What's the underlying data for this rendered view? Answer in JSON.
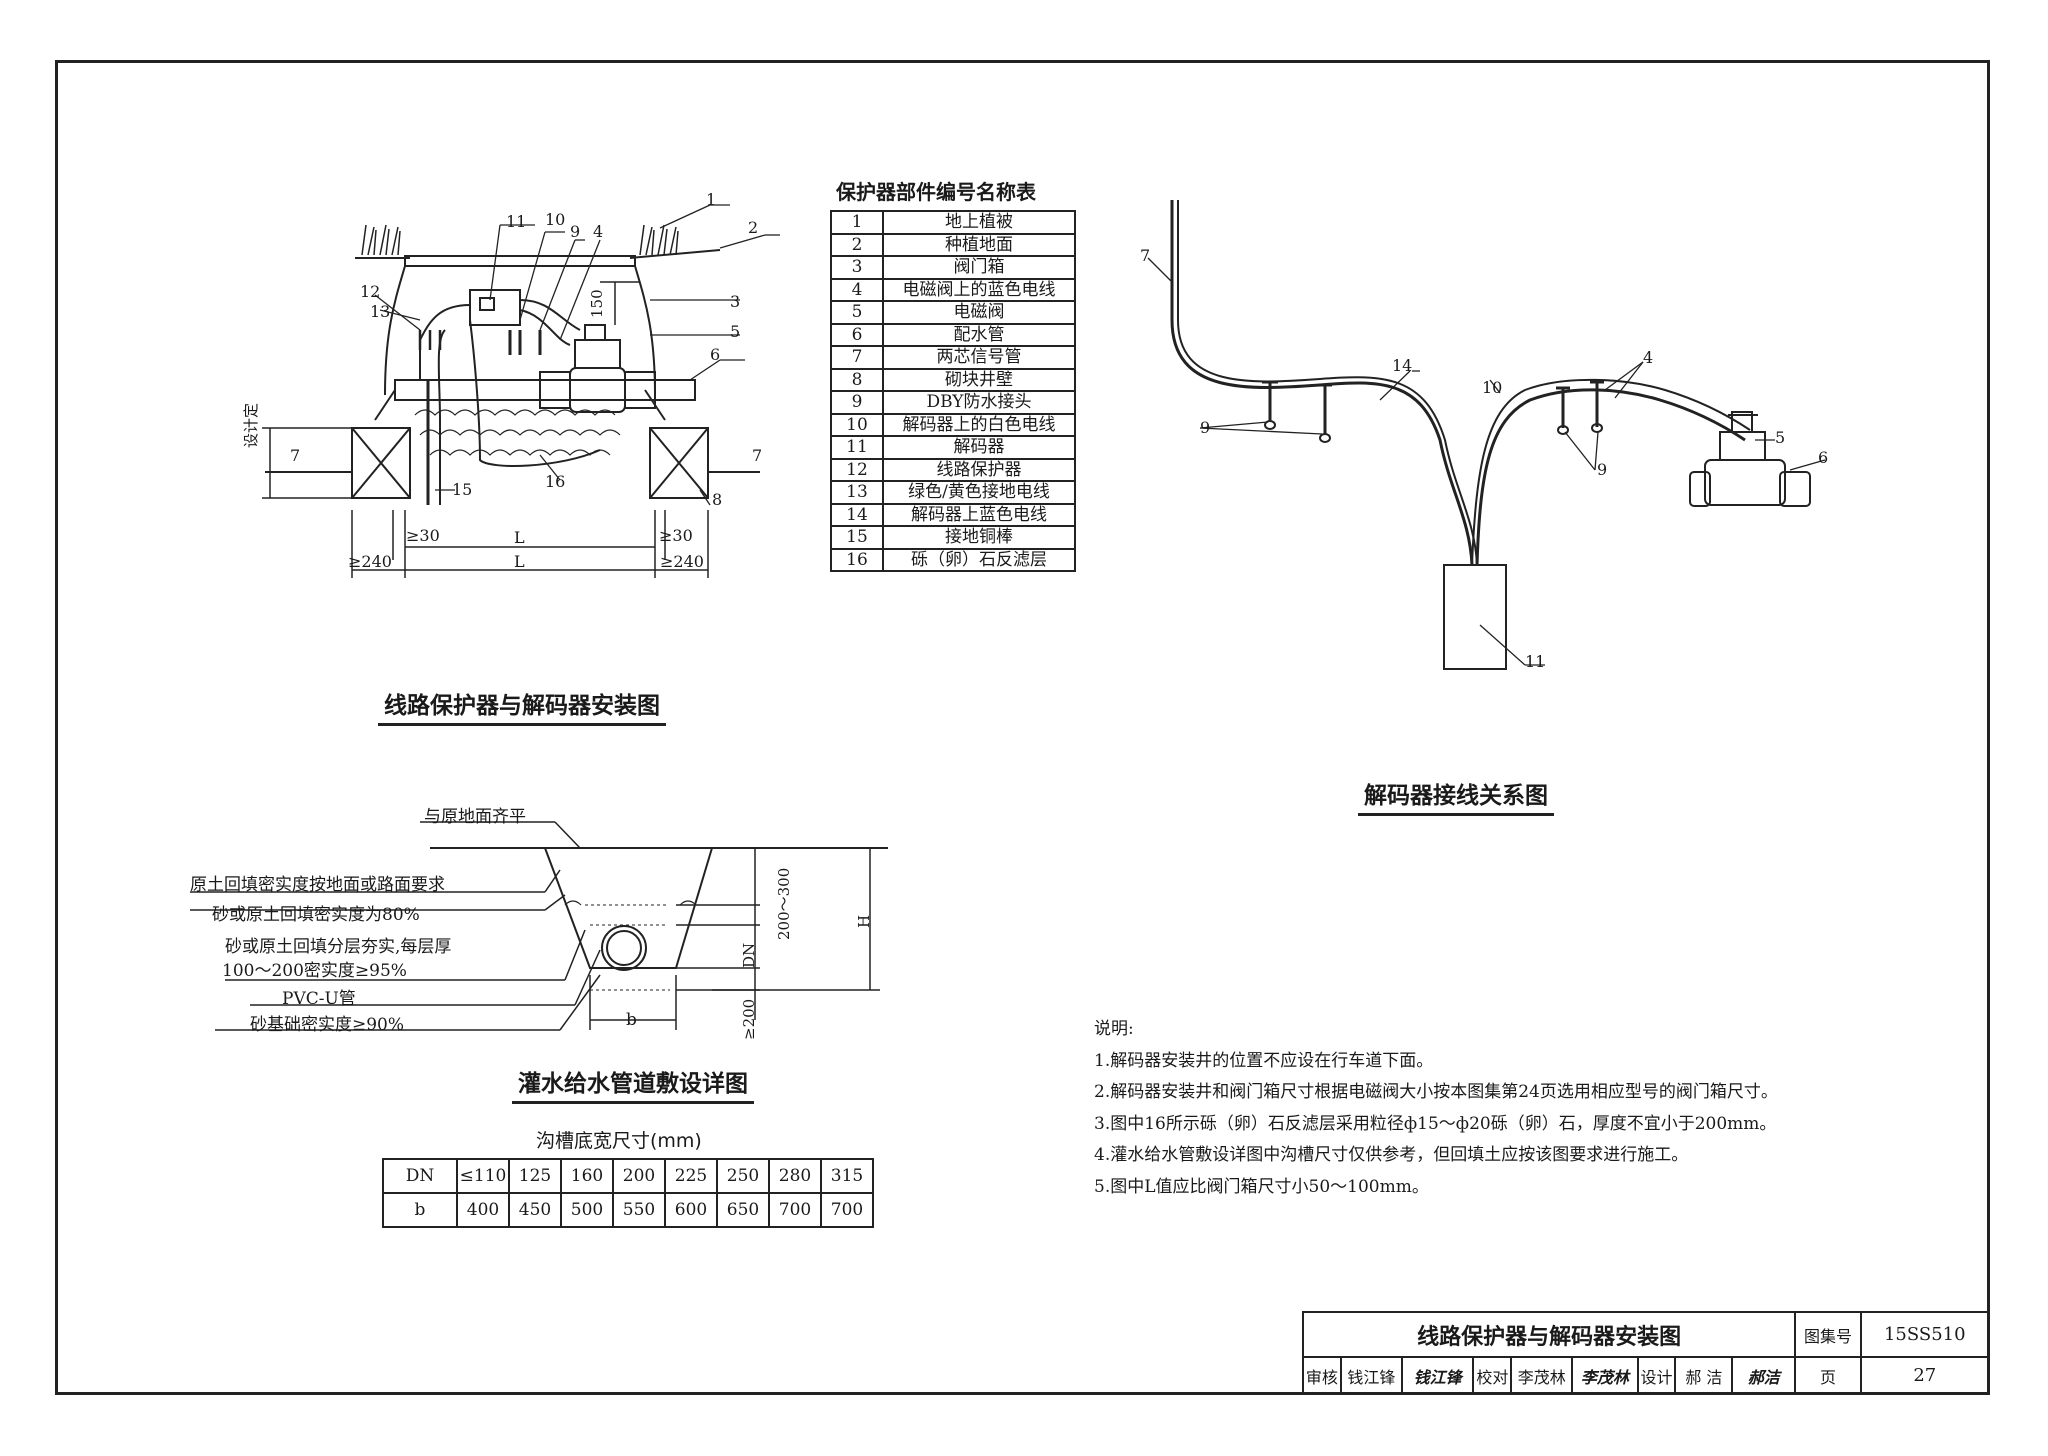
{
  "parts_table": {
    "title": "保护器部件编号名称表",
    "rows": [
      {
        "no": "1",
        "name": "地上植被"
      },
      {
        "no": "2",
        "name": "种植地面"
      },
      {
        "no": "3",
        "name": "阀门箱"
      },
      {
        "no": "4",
        "name": "电磁阀上的蓝色电线"
      },
      {
        "no": "5",
        "name": "电磁阀"
      },
      {
        "no": "6",
        "name": "配水管"
      },
      {
        "no": "7",
        "name": "两芯信号管"
      },
      {
        "no": "8",
        "name": "砌块井壁"
      },
      {
        "no": "9",
        "name": "DBY防水接头"
      },
      {
        "no": "10",
        "name": "解码器上的白色电线"
      },
      {
        "no": "11",
        "name": "解码器"
      },
      {
        "no": "12",
        "name": "线路保护器"
      },
      {
        "no": "13",
        "name": "绿色/黄色接地电线"
      },
      {
        "no": "14",
        "name": "解码器上蓝色电线"
      },
      {
        "no": "15",
        "name": "接地铜棒"
      },
      {
        "no": "16",
        "name": "砾（卵）石反滤层"
      }
    ]
  },
  "captions": {
    "install": "线路保护器与解码器安装图",
    "wiring": "解码器接线关系图",
    "pipe": "灌水给水管道敷设详图"
  },
  "install_drawing": {
    "callouts": [
      "1",
      "2",
      "3",
      "4",
      "5",
      "6",
      "7",
      "7",
      "8",
      "9",
      "10",
      "11",
      "12",
      "13",
      "15",
      "16"
    ],
    "side_label": "设计定",
    "dim_150": "150",
    "dim_30_left": "≥30",
    "dim_30_right": "≥30",
    "dim_L_top": "L",
    "dim_L_bottom": "L",
    "dim_240_left": "≥240",
    "dim_240_right": "≥240"
  },
  "wiring_drawing": {
    "callouts": [
      "7",
      "14",
      "9",
      "10",
      "4",
      "9",
      "5",
      "6",
      "11"
    ]
  },
  "pipe_drawing": {
    "labels": {
      "ground": "与原地面齐平",
      "backfill1": "原土回填密实度按地面或路面要求",
      "backfill2": "砂或原土回填密实度为80%",
      "backfill3a": "砂或原土回填分层夯实,每层厚",
      "backfill3b": "100～200密实度≥95%",
      "pipe": "PVC-U管",
      "base": "砂基础密实度≥90%"
    },
    "dims": {
      "top": "200～300",
      "dn": "DN",
      "bottom": "≥200",
      "h": "H",
      "b": "b"
    }
  },
  "size_table": {
    "title": "沟槽底宽尺寸(mm)",
    "dn_label": "DN",
    "b_label": "b",
    "dn": [
      "≤110",
      "125",
      "160",
      "200",
      "225",
      "250",
      "280",
      "315"
    ],
    "b": [
      "400",
      "450",
      "500",
      "550",
      "600",
      "650",
      "700",
      "700"
    ]
  },
  "notes": {
    "heading": "说明:",
    "items": [
      "1.解码器安装井的位置不应设在行车道下面。",
      "2.解码器安装井和阀门箱尺寸根据电磁阀大小按本图集第24页选用相应型号的阀门箱尺寸。",
      "3.图中16所示砾（卵）石反滤层采用粒径ф15～ф20砾（卵）石，厚度不宜小于200mm。",
      "4.灌水给水管敷设详图中沟槽尺寸仅供参考，但回填土应按该图要求进行施工。",
      "5.图中L值应比阀门箱尺寸小50～100mm。"
    ]
  },
  "title_block": {
    "title": "线路保护器与解码器安装图",
    "atlas_label": "图集号",
    "atlas_no": "15SS510",
    "review_label": "审核",
    "reviewer": "钱江锋",
    "reviewer_sig": "钱江锋",
    "check_label": "校对",
    "checker": "李茂林",
    "checker_sig": "李茂林",
    "design_label": "设计",
    "designer": "郝 洁",
    "designer_sig": "郝洁",
    "page_label": "页",
    "page_no": "27"
  }
}
